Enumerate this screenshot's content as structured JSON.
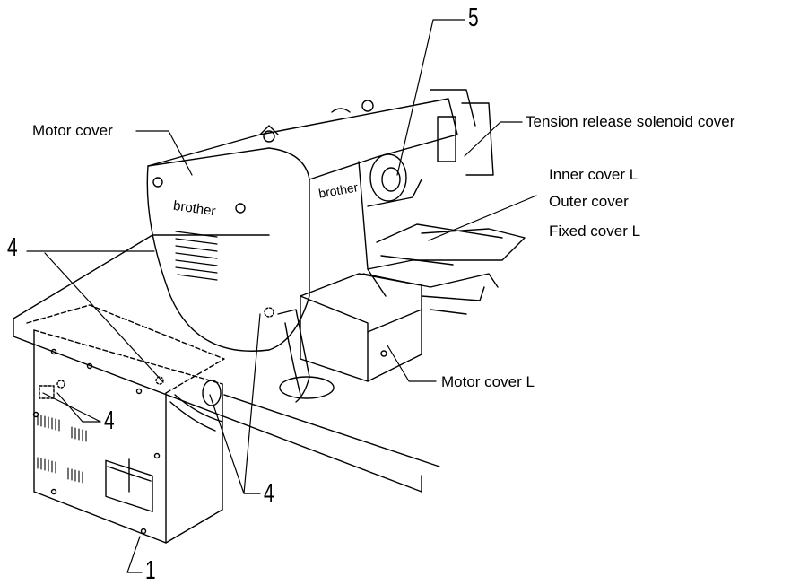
{
  "labels": {
    "motor_cover": "Motor cover",
    "tension_release_solenoid_cover": "Tension release solenoid cover",
    "inner_cover_l": "Inner cover L",
    "outer_cover": "Outer cover",
    "fixed_cover_l": "Fixed cover L",
    "motor_cover_l": "Motor cover L"
  },
  "callouts": {
    "top_knob": "5",
    "left_table_screw": "4",
    "control_box_screws": "4",
    "lower_screws": "4",
    "control_box": "1"
  },
  "brand": "brother",
  "colors": {
    "line": "#000000",
    "background": "#ffffff"
  }
}
